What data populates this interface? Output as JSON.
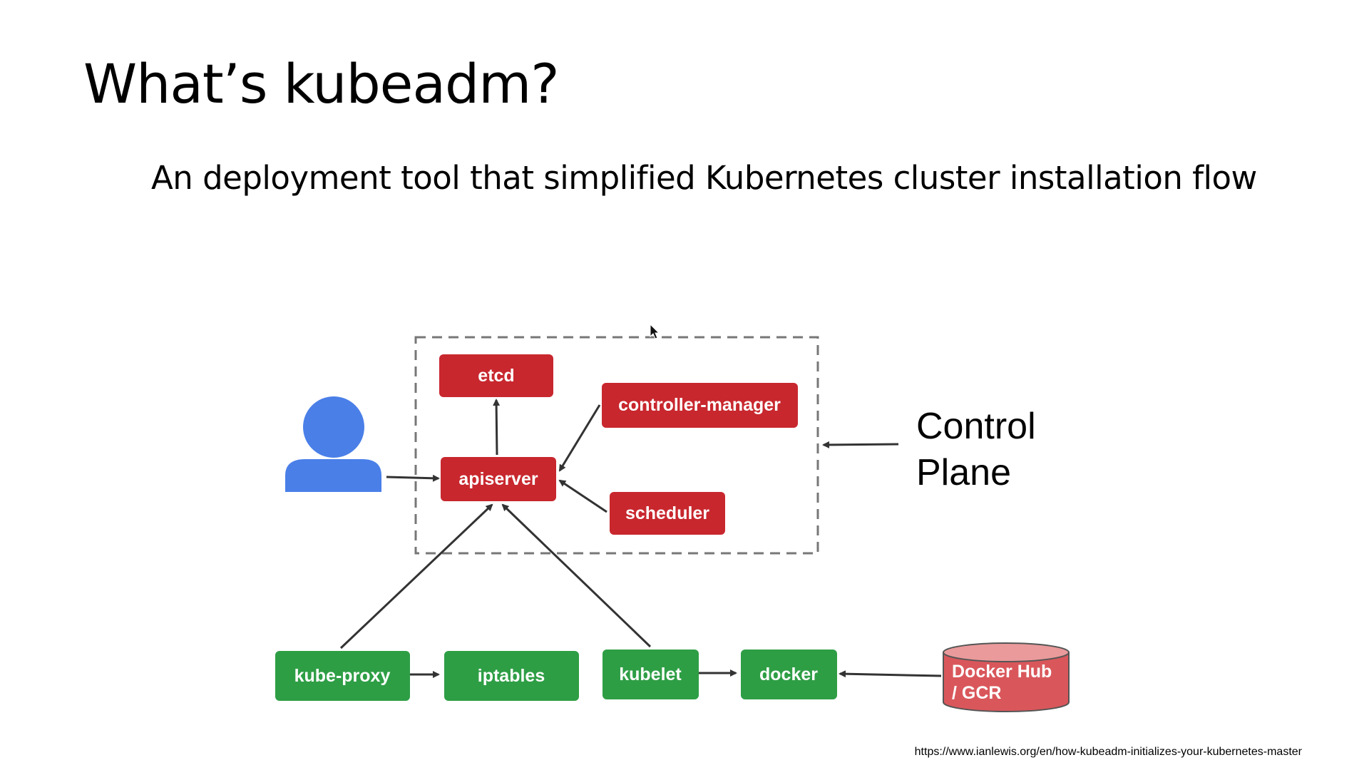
{
  "slide": {
    "title": "What’s kubeadm?",
    "subtitle": "An deployment tool that simplified Kubernetes cluster installation flow",
    "source_url": "https://www.ianlewis.org/en/how-kubeadm-initializes-your-kubernetes-master"
  },
  "diagram": {
    "control_plane_label": [
      "Control",
      "Plane"
    ],
    "nodes": {
      "etcd": "etcd",
      "controller_manager": "controller-manager",
      "apiserver": "apiserver",
      "scheduler": "scheduler",
      "kube_proxy": "kube-proxy",
      "iptables": "iptables",
      "kubelet": "kubelet",
      "docker": "docker",
      "registry": [
        "Docker Hub",
        "/ GCR"
      ]
    },
    "icons": {
      "user": "user-icon"
    },
    "colors": {
      "control_plane_node": "#c8272e",
      "worker_node": "#2e9e45",
      "registry_body": "#d9575b",
      "registry_top": "#ea9a9b",
      "user_icon": "#4a7fe8",
      "arrow": "#333333",
      "dashed_border": "#777777"
    }
  }
}
